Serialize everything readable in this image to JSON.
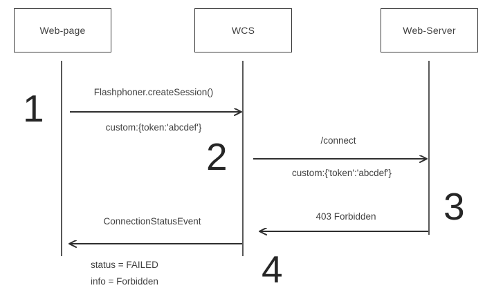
{
  "diagram": {
    "type": "sequence-diagram",
    "title": "",
    "background_color": "#ffffff",
    "line_color": "#3a3a3a",
    "text_color": "#3f3f3f",
    "number_color": "#262626",
    "participants": [
      {
        "id": "web-page",
        "label": "Web-page"
      },
      {
        "id": "wcs",
        "label": "WCS"
      },
      {
        "id": "web-server",
        "label": "Web-Server"
      }
    ],
    "steps": [
      {
        "number": "1"
      },
      {
        "number": "2"
      },
      {
        "number": "3"
      },
      {
        "number": "4"
      }
    ],
    "messages": [
      {
        "id": "create-session",
        "from": "web-page",
        "to": "wcs",
        "direction": "right",
        "above_label": "Flashphoner.createSession()",
        "below_label": "custom:{token:'abcdef'}"
      },
      {
        "id": "connect",
        "from": "wcs",
        "to": "web-server",
        "direction": "right",
        "above_label": "/connect",
        "below_label": "custom:{'token':'abcdef'}"
      },
      {
        "id": "forbidden",
        "from": "web-server",
        "to": "wcs",
        "direction": "left",
        "above_label": "403 Forbidden",
        "below_label": ""
      },
      {
        "id": "connection-status-event",
        "from": "wcs",
        "to": "web-page",
        "direction": "left",
        "above_label": "ConnectionStatusEvent",
        "below_label_line1": "status = FAILED",
        "below_label_line2": "info = Forbidden"
      }
    ]
  }
}
